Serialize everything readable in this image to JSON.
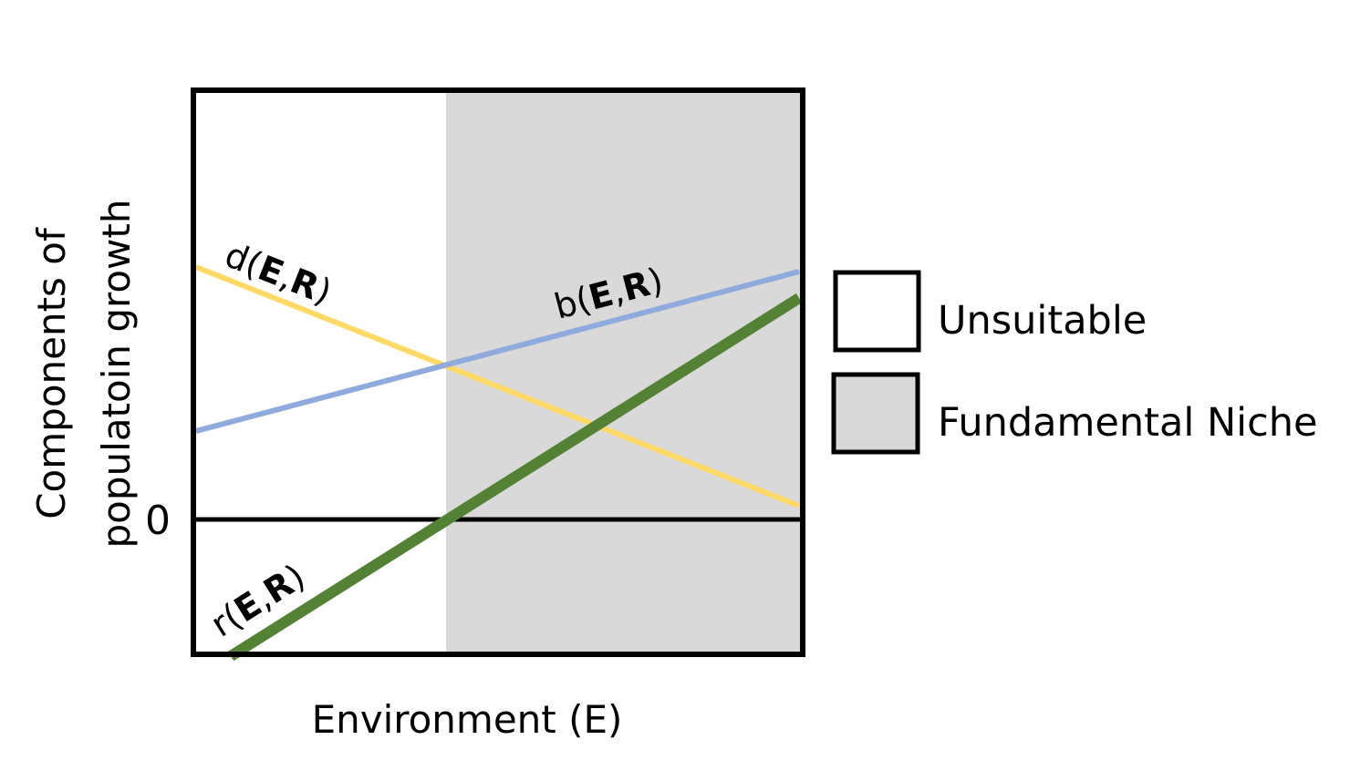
{
  "diagram": {
    "x_axis_label": "Environment (E)",
    "y_axis_label_line1": "Components of",
    "y_axis_label_line2": "populatoin growth",
    "zero_tick": "0",
    "curves": {
      "d": {
        "prefix": "d(",
        "e": "E",
        "comma": ",",
        "r": "R",
        "suffix": ")",
        "color": "#FFD966"
      },
      "b": {
        "prefix": "b(",
        "e": "E",
        "comma": ",",
        "r": "R",
        "suffix": ")",
        "color": "#8FAADC"
      },
      "r": {
        "prefix": "r(",
        "e": "E",
        "comma": ",",
        "r": "R",
        "suffix": ")",
        "color": "#548235"
      }
    },
    "regions": {
      "unsuitable_color": "#FFFFFF",
      "niche_color": "#D9D9D9"
    },
    "legend": {
      "unsuitable": "Unsuitable",
      "fundamental_niche": "Fundamental Niche"
    }
  }
}
